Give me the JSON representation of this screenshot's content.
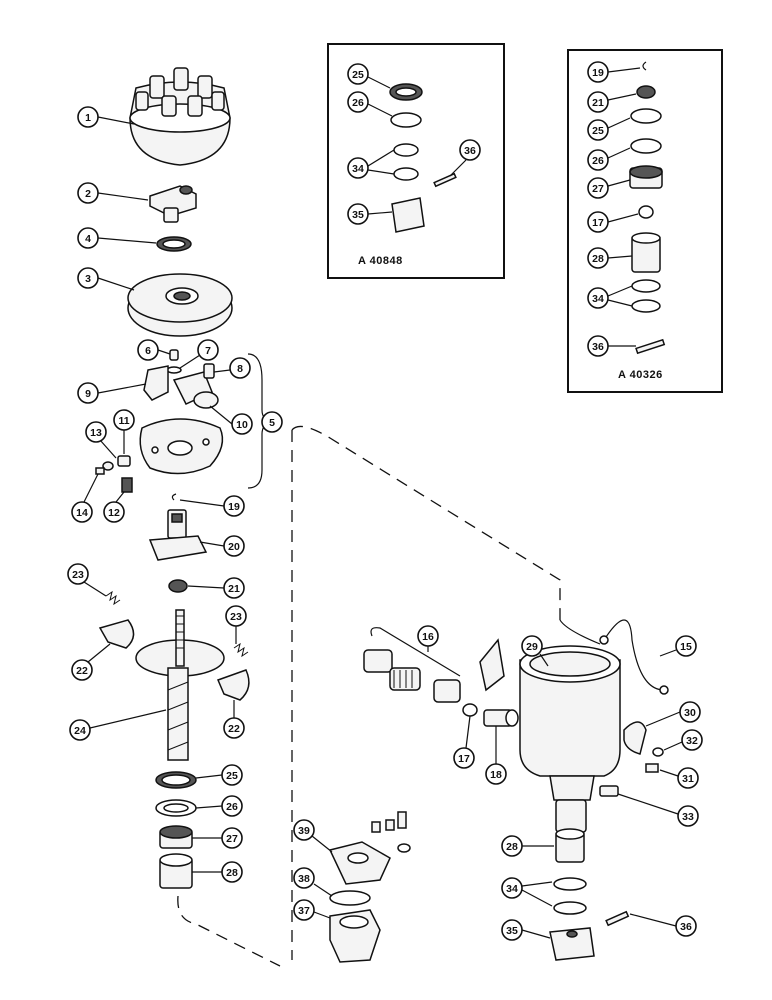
{
  "inset_1": {
    "reference": "A 40848"
  },
  "inset_2": {
    "reference": "A 40326"
  },
  "callouts": {
    "c1": "1",
    "c2": "2",
    "c3": "3",
    "c4": "4",
    "c5": "5",
    "c6": "6",
    "c7": "7",
    "c8": "8",
    "c9": "9",
    "c10": "10",
    "c11": "11",
    "c12": "12",
    "c13": "13",
    "c14": "14",
    "c19": "19",
    "c20": "20",
    "c21": "21",
    "c22a": "22",
    "c22b": "22",
    "c23a": "23",
    "c23b": "23",
    "c24": "24",
    "c25": "25",
    "c26": "26",
    "c27": "27",
    "c28": "28",
    "c37": "37",
    "c38": "38",
    "c39": "39",
    "c15": "15",
    "c16": "16",
    "c17": "17",
    "c18": "18",
    "c29": "29",
    "c30": "30",
    "c31": "31",
    "c32": "32",
    "c33": "33",
    "c28b": "28",
    "c34b": "34",
    "c35b": "35",
    "c36b": "36",
    "i1_25": "25",
    "i1_26": "26",
    "i1_34": "34",
    "i1_36": "36",
    "i1_35": "35",
    "i2_19": "19",
    "i2_21": "21",
    "i2_25": "25",
    "i2_26": "26",
    "i2_27": "27",
    "i2_17": "17",
    "i2_28": "28",
    "i2_34": "34",
    "i2_36": "36"
  }
}
